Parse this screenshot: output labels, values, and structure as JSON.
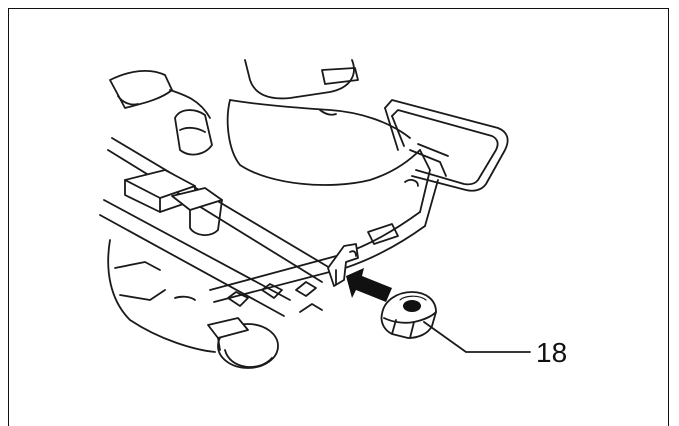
{
  "figure": {
    "callout_label": "18",
    "colors": {
      "line": "#1a1a1a",
      "background": "#ffffff"
    },
    "parts": [
      {
        "name": "seat-cushion-frame"
      },
      {
        "name": "seat-hook-bracket"
      },
      {
        "name": "installation-arrow"
      },
      {
        "name": "clip-part-18"
      }
    ]
  }
}
